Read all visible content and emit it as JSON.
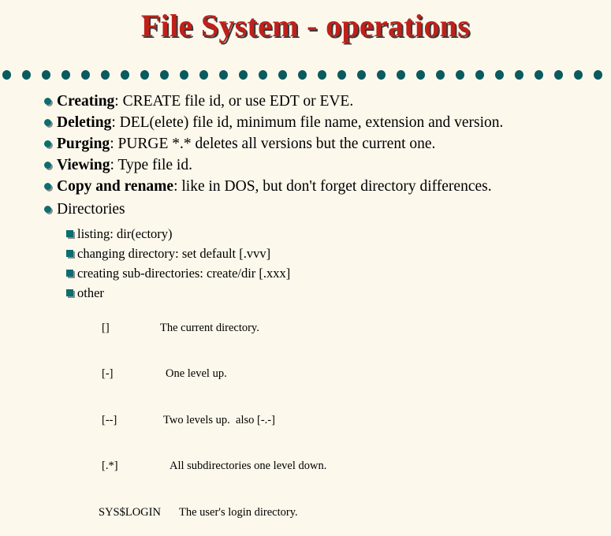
{
  "slide": {
    "title": "File System - operations",
    "colors": {
      "background": "#fdf8ec",
      "title": "#c0201a",
      "title_shadow": "#3a3a3a",
      "divider_dot": "#0a5a5e",
      "bullet": "#0c6e6e",
      "bullet_shadow": "#8d8d8d",
      "text": "#000000"
    },
    "divider": {
      "icon": "dot-divider",
      "dot_count": 31
    }
  },
  "bullets": [
    {
      "marker": "circle-bullet-icon",
      "lead": "Creating",
      "rest": ": CREATE file id, or use EDT or EVE."
    },
    {
      "marker": "circle-bullet-icon",
      "lead": "Deleting",
      "rest": ":  DEL(elete) file id, minimum file name, extension and version."
    },
    {
      "marker": "circle-bullet-icon",
      "lead": "Purging",
      "rest": ": PURGE *.* deletes all versions but the current one."
    },
    {
      "marker": "circle-bullet-icon",
      "lead": "Viewing",
      "rest": ": Type file id."
    },
    {
      "marker": "circle-bullet-icon",
      "lead": "Copy and rename",
      "rest": ": like in DOS, but don't forget directory differences."
    },
    {
      "marker": "circle-bullet-icon",
      "lead": "",
      "rest": "Directories"
    }
  ],
  "subbullets": [
    {
      "marker": "square-bullet-icon",
      "text": "listing:  dir(ectory)"
    },
    {
      "marker": "square-bullet-icon",
      "text": "changing directory:  set default [.vvv]"
    },
    {
      "marker": "square-bullet-icon",
      "text": "creating sub-directories: create/dir [.xxx]"
    },
    {
      "marker": "square-bullet-icon",
      "text": "other"
    }
  ],
  "notes": [
    {
      "token": "[]",
      "desc": "The current directory."
    },
    {
      "token": "[-]",
      "desc": "One level up."
    },
    {
      "token": "[--]",
      "desc": "Two levels up.  also [-.-]"
    },
    {
      "token": "[.*]",
      "desc": "All subdirectories one level down."
    },
    {
      "token": "SYS$LOGIN",
      "desc": "The user's login directory."
    }
  ]
}
